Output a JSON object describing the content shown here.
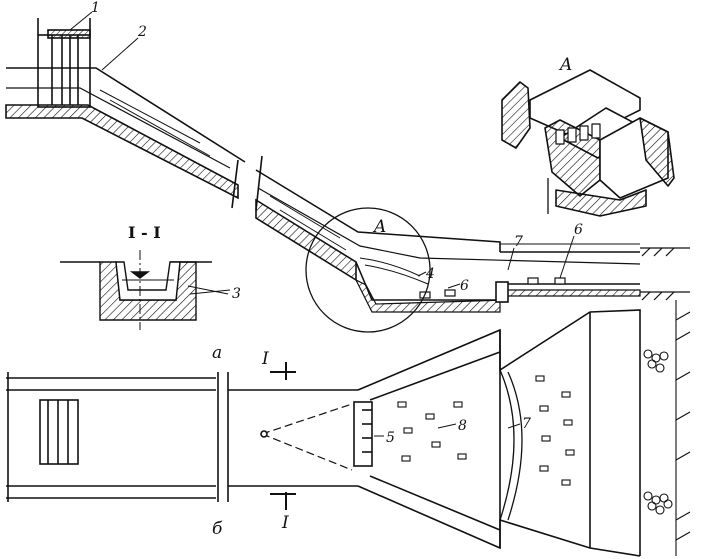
{
  "figure": {
    "view_a_label": "а",
    "view_b_label": "б",
    "section_label": "I - I",
    "section_mark_top": "I",
    "section_mark_bottom": "I",
    "detail_callout": "A",
    "detail_title": "A",
    "callouts": {
      "n1": "1",
      "n2": "2",
      "n3": "3",
      "n4": "4",
      "n5": "5",
      "n6a": "6",
      "n6b": "6",
      "n7a": "7",
      "n7b": "7",
      "n8": "8"
    }
  }
}
